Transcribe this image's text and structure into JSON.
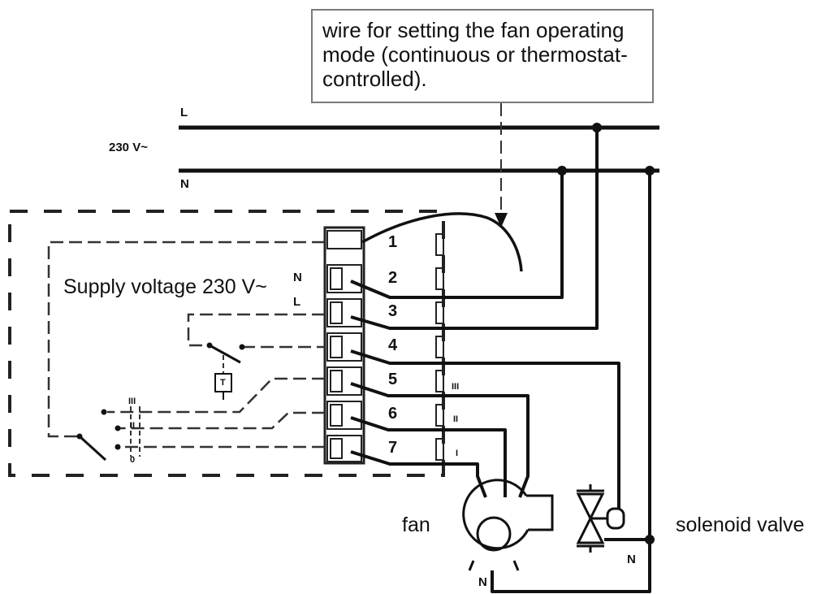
{
  "callout": {
    "text": "wire for setting the fan operating\nmode (continuous or thermostat-\ncontrolled)."
  },
  "labels": {
    "line_L": "L",
    "line_N": "N",
    "mains_voltage": "230 V~",
    "supply_voltage": "Supply voltage 230 V~",
    "terminal_N": "N",
    "terminal_L": "L",
    "fan": "fan",
    "solenoid_valve": "solenoid valve",
    "fan_N": "N",
    "valve_N": "N",
    "thermostat": "T",
    "switch_III": "III",
    "switch_II": "II",
    "switch_0": "0"
  },
  "terminals": [
    "1",
    "2",
    "3",
    "4",
    "5",
    "6",
    "7"
  ],
  "speed_marks": [
    "III",
    "II",
    "I"
  ],
  "colors": {
    "line": "#111111",
    "dash": "#333333",
    "border": "#7a7a7a"
  }
}
